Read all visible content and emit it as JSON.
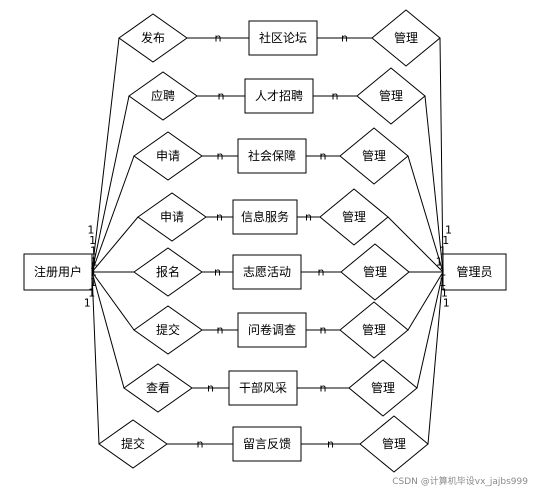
{
  "left_entity": "注册用户",
  "right_entity": "管理员",
  "rows": [
    {
      "action": "发布",
      "entity": "社区论坛",
      "manage": "管理",
      "left_card": "1",
      "mid1": "n",
      "mid2": "n",
      "right_card": "1"
    },
    {
      "action": "应聘",
      "entity": "人才招聘",
      "manage": "管理",
      "left_card": "1",
      "mid1": "n",
      "mid2": "n",
      "right_card": "1"
    },
    {
      "action": "申请",
      "entity": "社会保障",
      "manage": "管理",
      "left_card": "1",
      "mid1": "n",
      "mid2": "n",
      "right_card": "1"
    },
    {
      "action": "申请",
      "entity": "信息服务",
      "manage": "管理",
      "left_card": "1",
      "mid1": "n",
      "mid2": "n",
      "right_card": "1"
    },
    {
      "action": "报名",
      "entity": "志愿活动",
      "manage": "管理",
      "left_card": "1",
      "mid1": "n",
      "mid2": "n",
      "right_card": "1"
    },
    {
      "action": "提交",
      "entity": "问卷调查",
      "manage": "管理",
      "left_card": "1",
      "mid1": "n",
      "mid2": "n",
      "right_card": "1"
    },
    {
      "action": "查看",
      "entity": "干部风采",
      "manage": "管理",
      "left_card": "1",
      "mid1": "n",
      "mid2": "n",
      "right_card": "1"
    },
    {
      "action": "提交",
      "entity": "留言反馈",
      "manage": "管理",
      "left_card": "1",
      "mid1": "n",
      "mid2": "n",
      "right_card": "1"
    }
  ],
  "watermark": "CSDN @计算机毕设vx_jajbs999"
}
